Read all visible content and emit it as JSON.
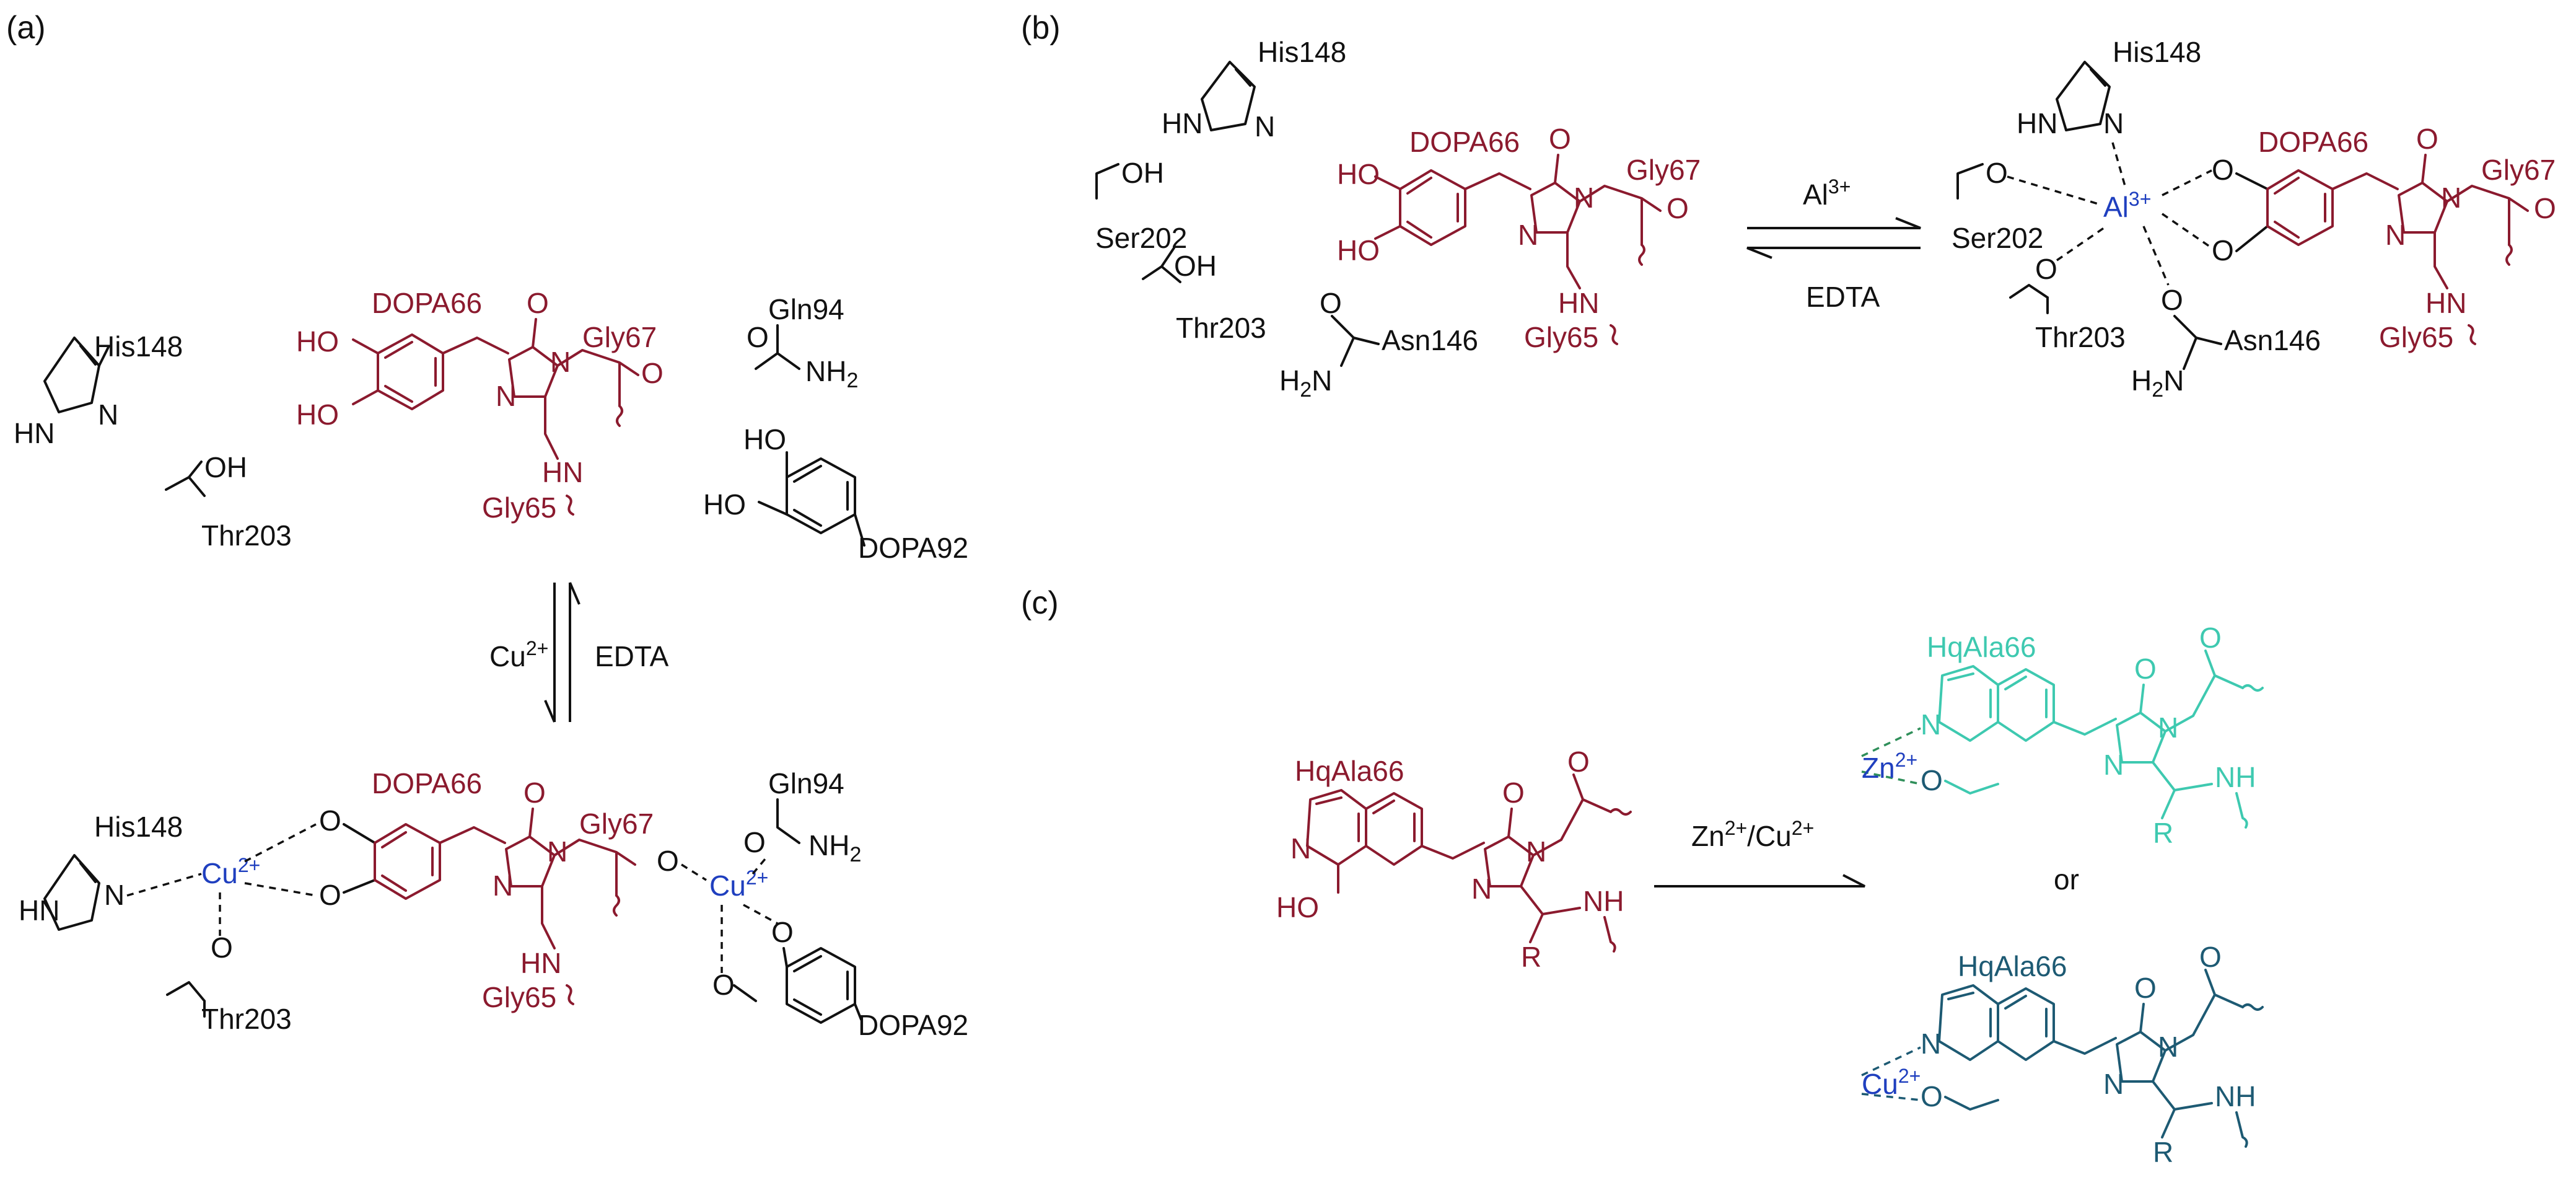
{
  "panels": {
    "a": "(a)",
    "b": "(b)",
    "c": "(c)"
  },
  "residues": {
    "his148": "His148",
    "thr203": "Thr203",
    "ser202": "Ser202",
    "gln94": "Gln94",
    "asn146": "Asn146",
    "dopa66": "DOPA66",
    "dopa92": "DOPA92",
    "gly67": "Gly67",
    "gly65": "Gly65",
    "hqala66": "HqAla66"
  },
  "atoms": {
    "ho": "HO",
    "oh": "OH",
    "o": "O",
    "n": "N",
    "hn": "HN",
    "nh": "NH",
    "nh2": "NH",
    "h2n": "H",
    "sub2": "2",
    "r": "R"
  },
  "ions": {
    "cu": "Cu",
    "al": "Al",
    "zn": "Zn",
    "charge2": "2+",
    "charge3": "3+"
  },
  "reagents": {
    "cu_label": "Cu",
    "cu_charge": "2+",
    "edta": "EDTA",
    "al_label": "Al",
    "al_charge": "3+",
    "zn_cu_label": "Zn",
    "zn_cu_c1": "2+",
    "zn_cu_mid": "/Cu",
    "zn_cu_c2": "2+"
  },
  "connector_or": "or",
  "colors": {
    "residue_red": "#8b1a2e",
    "metal_blue": "#1f3fbf",
    "zn_teal": "#3ec9b0",
    "cu_navy": "#1d5a73",
    "text_black": "#111111"
  }
}
